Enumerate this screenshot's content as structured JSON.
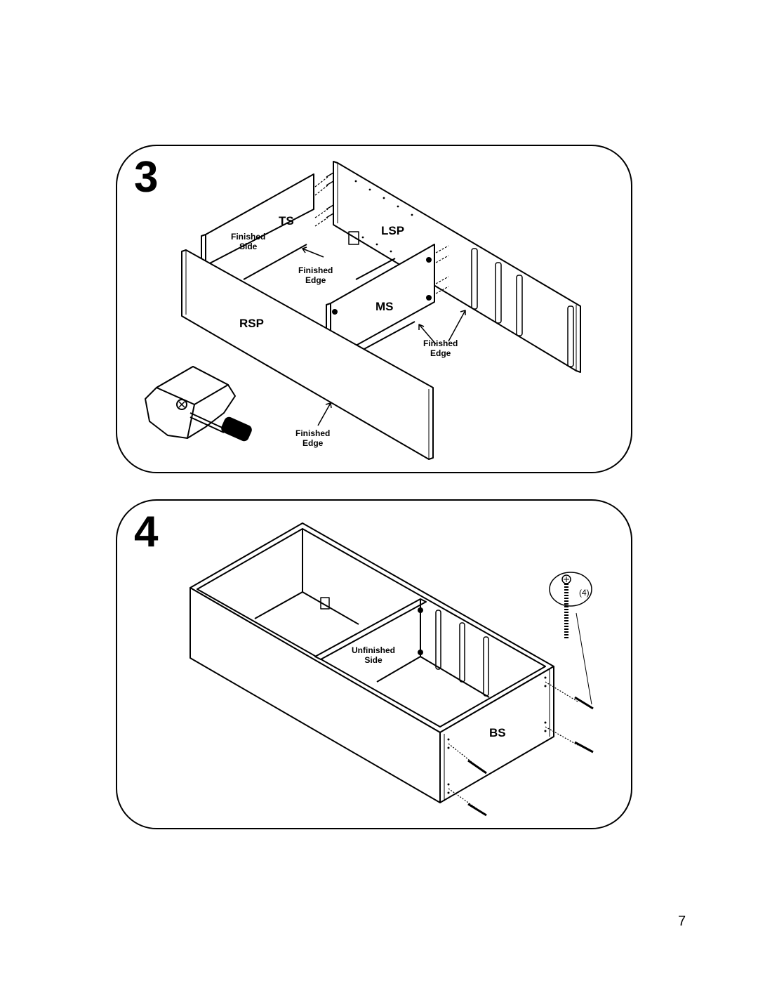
{
  "steps": [
    {
      "number": "3",
      "part_labels": {
        "ts": "TS",
        "lsp": "LSP",
        "ms": "MS",
        "rsp": "RSP"
      },
      "callouts": {
        "finished_side": {
          "line1": "Finished",
          "line2": "Side"
        },
        "finished_edge_ts": {
          "line1": "Finished",
          "line2": "Edge"
        },
        "finished_edge_ms": {
          "line1": "Finished",
          "line2": "Edge"
        },
        "finished_edge_rsp": {
          "line1": "Finished",
          "line2": "Edge"
        }
      }
    },
    {
      "number": "4",
      "part_labels": {
        "bs": "BS"
      },
      "callouts": {
        "unfinished_side": {
          "line1": "Unfinished",
          "line2": "Side"
        }
      },
      "screw_quantity": "(4)"
    }
  ],
  "page_number": "7"
}
